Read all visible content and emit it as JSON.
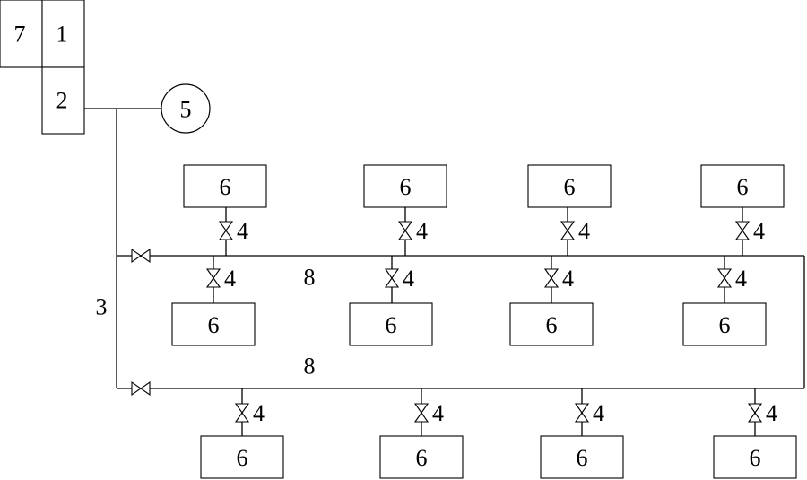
{
  "labels": {
    "box7": "7",
    "box1": "1",
    "box2": "2",
    "circle5": "5",
    "pipe3": "3",
    "branch_top": "8",
    "branch_bottom": "8",
    "unit": "6",
    "valve": "4"
  }
}
